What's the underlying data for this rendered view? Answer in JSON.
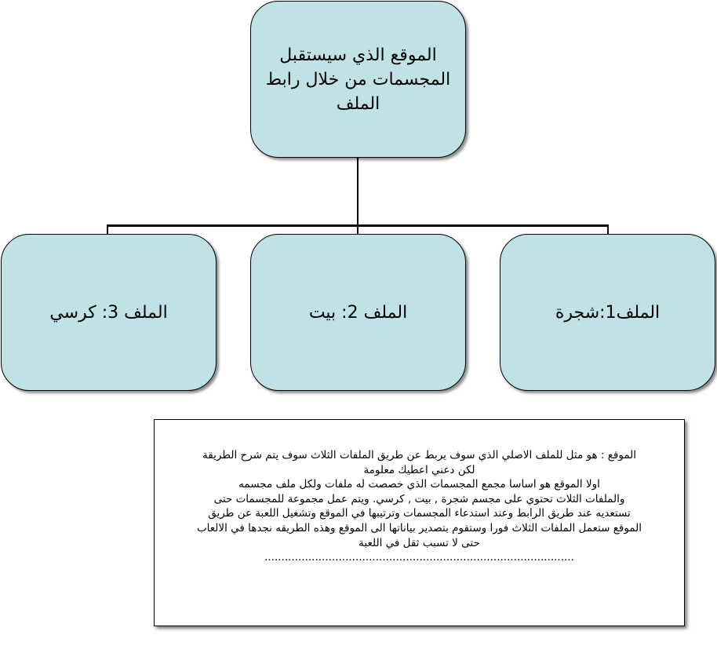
{
  "root": {
    "text": "الموقع الذي سيستقبل المجسمات من خلال رابط الملف"
  },
  "children": [
    {
      "text": "الملف1:شجرة"
    },
    {
      "text": "الملف 2: بيت"
    },
    {
      "text": "الملف 3: كرسي"
    }
  ],
  "note": {
    "lines": [
      "الموقع : هو مثل للملف الاصلي الذي سوف يربط عن طريق الملفات الثلاث سوف يتم شرح الطريقة",
      "لكن دعني اعطيك معلومة",
      "اولا الموقع هو اساسا مجمع المجسمات الذي خصصت له ملفات ولكل ملف مجسمه",
      "والملفات الثلاث تحتوي على مجسم شجرة , بيت , كرسي. ويتم عمل مجموعة للمجسمات حتى",
      "تستعديه عند طريق الرابط وعند استدعاء المجسمات وترتيبها في الموقع وتشغيل اللعبة عن طريق",
      "الموقع ستعمل الملفات الثلاث فورا وستقوم بتصدير بياناتها الى الموقع وهذه الطريقه نجدها في الالعاب",
      "حتى لا تسبب ثقل في اللعبة",
      "............................................................................................"
    ]
  }
}
